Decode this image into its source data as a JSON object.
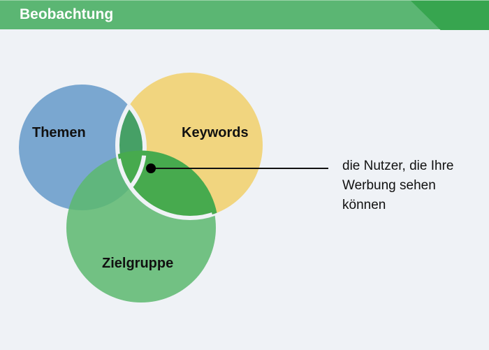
{
  "header": {
    "title": "Beobachtung"
  },
  "diagram": {
    "sets": [
      {
        "label": "Themen",
        "color": "#7aa7d0"
      },
      {
        "label": "Keywords",
        "color": "#f1d57f"
      },
      {
        "label": "Zielgruppe",
        "color": "#6dbf7e"
      }
    ],
    "callout": [
      "die Nutzer, die Ihre",
      "Werbung sehen",
      "können"
    ],
    "highlight_color": "#46a262"
  }
}
